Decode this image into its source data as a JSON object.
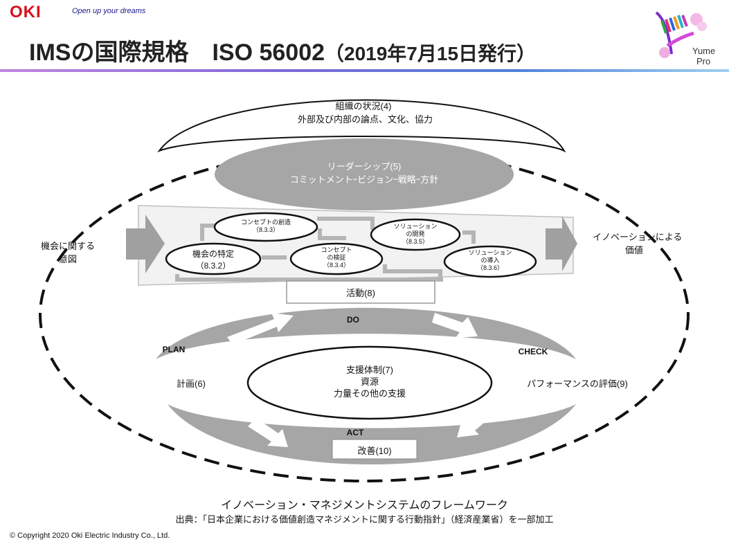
{
  "header": {
    "logo": "OKI",
    "tagline": "Open up your dreams",
    "title_main": "IMSの国際規格　ISO 56002",
    "title_sub": "（2019年7月15日発行）",
    "brand_line1": "Yume",
    "brand_line2": "Pro",
    "colors": {
      "logo_red": "#d6101e",
      "rule_start": "#c084e0",
      "rule_end": "#9fd0f0"
    }
  },
  "diagram": {
    "context_line1": "組織の状況(4)",
    "context_line2": "外部及び内部の論点、文化、協力",
    "leadership_line1": "リーダーシップ(5)",
    "leadership_line2": "コミットメントｰビジョンｰ戦略ｰ方針",
    "left_label_line1": "機会に関する",
    "left_label_line2": "意図",
    "right_label_line1": "イノベーションによる",
    "right_label_line2": "価値",
    "process": [
      {
        "line1": "機会の特定",
        "line2": "（8.3.2）"
      },
      {
        "line1": "コンセプトの創造",
        "line2": "（8.3.3）"
      },
      {
        "line1": "コンセプト",
        "line2": "の検証",
        "line3": "（8.3.4）"
      },
      {
        "line1": "ソリューション",
        "line2": "の開発",
        "line3": "（8.3.5）"
      },
      {
        "line1": "ソリューション",
        "line2": "の導入",
        "line3": "（8.3.6）"
      }
    ],
    "activity": "活動(8)",
    "pdca": {
      "plan": "PLAN",
      "do": "DO",
      "check": "CHECK",
      "act": "ACT"
    },
    "plan_label": "計画(6)",
    "check_label": "パフォーマンスの評価(9)",
    "support_line1": "支援体制(7)",
    "support_line2": "資源",
    "support_line3": "力量その他の支援",
    "improvement": "改善(10)"
  },
  "footer": {
    "caption": "イノベーション・マネジメントシステムのフレームワーク",
    "source": "出典：「日本企業における価値創造マネジメントに関する行動指針」（経済産業省）を一部加工",
    "copyright": "© Copyright  2020 Oki Electric Industry Co., Ltd."
  }
}
